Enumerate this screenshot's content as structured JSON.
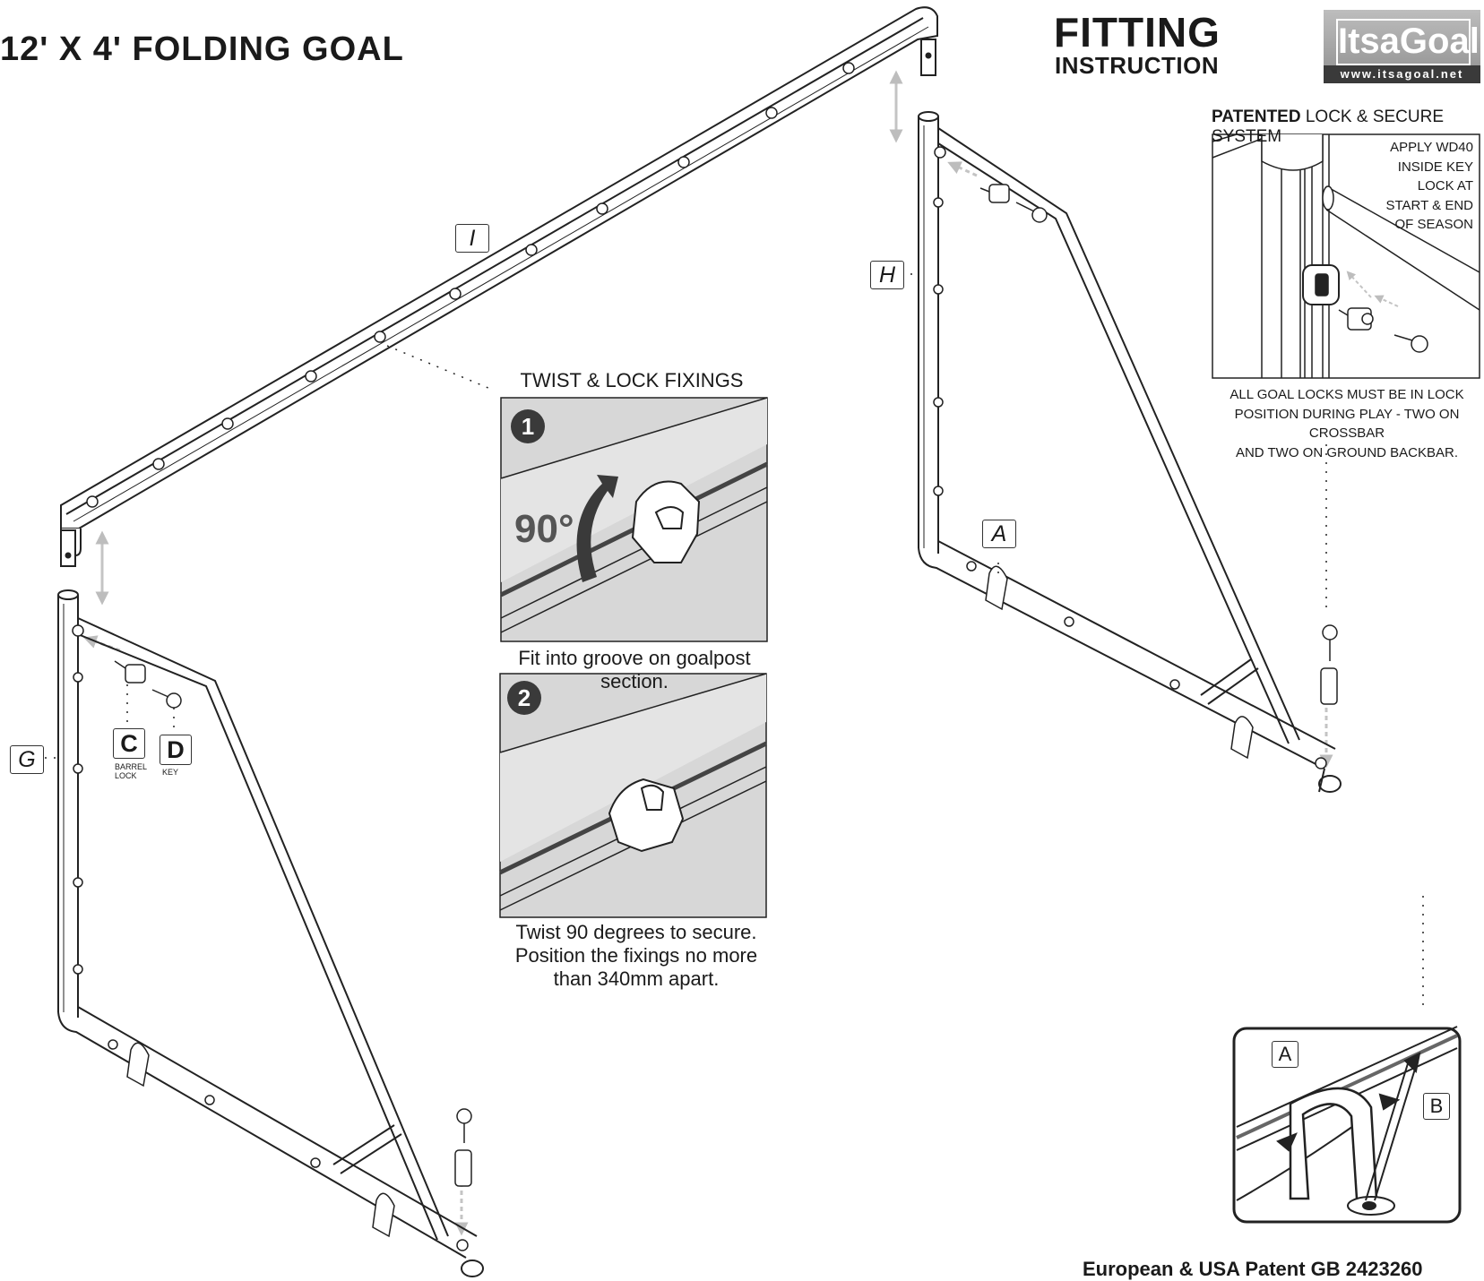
{
  "title": "12' X 4' FOLDING GOAL",
  "header": {
    "fitting": "FITTING",
    "instruction": "INSTRUCTION"
  },
  "logo": {
    "name": "ItsaGoal",
    "url": "www.itsagoal.net"
  },
  "lock_system": {
    "patented": "PATENTED",
    "heading": "LOCK & SECURE SYSTEM",
    "wd40_lines": [
      "APPLY WD40",
      "INSIDE KEY",
      "LOCK AT",
      "START & END",
      "OF SEASON"
    ],
    "lock_note_lines": [
      "ALL GOAL LOCKS MUST BE IN LOCK",
      "POSITION DURING PLAY - TWO ON CROSSBAR",
      "AND TWO ON GROUND BACKBAR."
    ]
  },
  "twist_lock": {
    "heading": "TWIST & LOCK FIXINGS",
    "step1": "1",
    "step2": "2",
    "angle": "90°",
    "caption1": "Fit into groove on goalpost section.",
    "caption2_lines": [
      "Twist 90 degrees to secure.",
      "Position the fixings no more",
      "than 340mm apart."
    ]
  },
  "labels": {
    "I": "I",
    "H": "H",
    "G": "G",
    "A": "A",
    "C": "C",
    "C_desc_1": "BARREL",
    "C_desc_2": "LOCK",
    "D": "D",
    "D_desc": "KEY",
    "detail_A": "A",
    "detail_B": "B"
  },
  "patent_number": "European & USA Patent GB 2423260",
  "colors": {
    "panel_fill": "#d7d7d7",
    "arrow_grey": "#c4c4c4",
    "ink": "#1a1a1a"
  }
}
